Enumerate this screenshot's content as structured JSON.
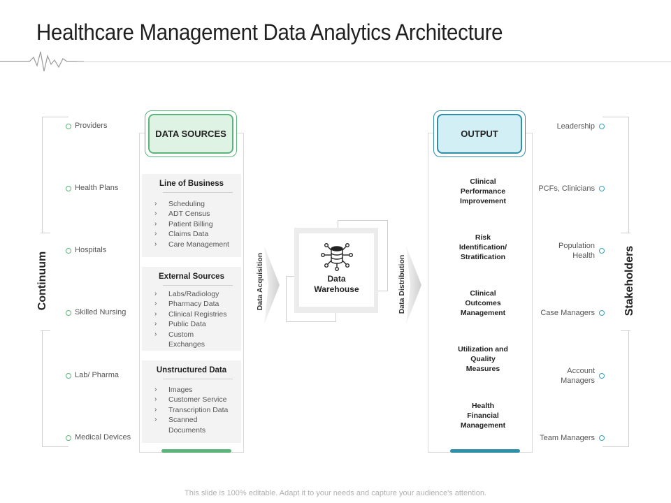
{
  "title": "Healthcare Management Data Analytics Architecture",
  "continuum": {
    "label": "Continuum",
    "items": [
      "Providers",
      "Health Plans",
      "Hospitals",
      "Skilled Nursing",
      "Lab/ Pharma",
      "Medical Devices"
    ]
  },
  "stakeholders": {
    "label": "Stakeholders",
    "items": [
      "Leadership",
      "PCFs, Clinicians",
      "Population\nHealth",
      "Case Managers",
      "Account\nManagers",
      "Team Managers"
    ]
  },
  "data_sources": {
    "header": "DATA SOURCES",
    "groups": [
      {
        "title": "Line of Business",
        "items": [
          "Scheduling",
          "ADT Census",
          "Patient Billing",
          "Claims Data",
          "Care Management"
        ]
      },
      {
        "title": "External Sources",
        "items": [
          "Labs/Radiology",
          "Pharmacy Data",
          "Clinical  Registries",
          "Public Data",
          "Custom\nExchanges"
        ]
      },
      {
        "title": "Unstructured Data",
        "items": [
          "Images",
          "Customer Service",
          "Transcription  Data",
          "Scanned\nDocuments"
        ]
      }
    ]
  },
  "acquisition_label": "Data Acquisition",
  "distribution_label": "Data  Distribution",
  "warehouse": {
    "label": "Data\nWarehouse",
    "icon": "database-network-icon"
  },
  "output": {
    "header": "OUTPUT",
    "items": [
      "Clinical\nPerformance\nImprovement",
      "Risk\nIdentification/\nStratification",
      "Clinical\nOutcomes\nManagement",
      "Utilization and\nQuality\nMeasures",
      "Health\nFinancial\nManagement"
    ]
  },
  "colors": {
    "green": "#5bb57a",
    "green_fill": "#dff3e4",
    "blue": "#2f8fa8",
    "blue_fill": "#d3eff6"
  },
  "footer": "This slide is 100% editable. Adapt it to your needs and capture your audience's attention."
}
